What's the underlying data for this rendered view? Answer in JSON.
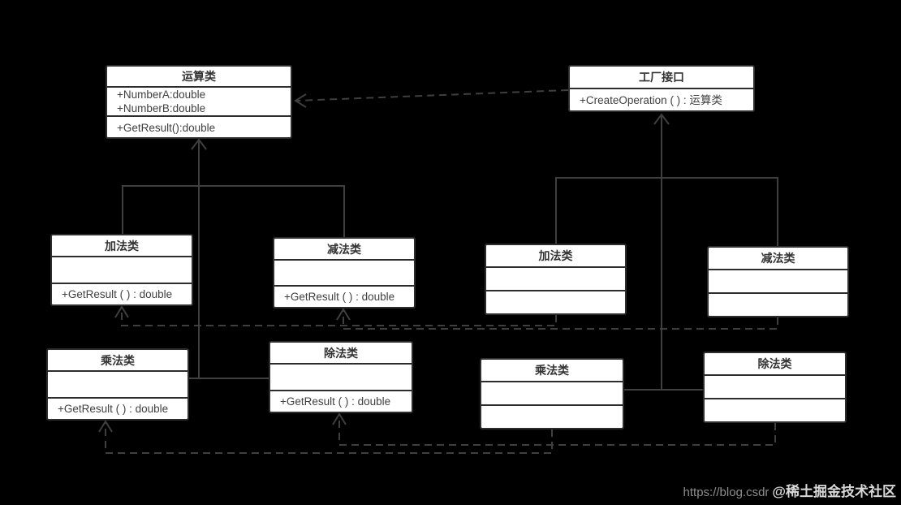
{
  "diagram_title": "factory-pattern-uml",
  "colors": {
    "background": "#000000",
    "line": "#3f3f3f",
    "box_fill": "#ffffff",
    "box_border": "#2d2d2d",
    "text": "#404040"
  },
  "classes": {
    "op_base": {
      "title": "运算类",
      "attr1": "+NumberA:double",
      "attr2": "+NumberB:double",
      "method": "+GetResult():double"
    },
    "factory": {
      "title": "工厂接口",
      "method": "+CreateOperation ( ) : 运算类"
    },
    "l_add": {
      "title": "加法类",
      "method": "+GetResult ( ) : double"
    },
    "l_sub": {
      "title": "减法类",
      "method": "+GetResult ( ) : double"
    },
    "l_mul": {
      "title": "乘法类",
      "method": "+GetResult ( ) : double"
    },
    "l_div": {
      "title": "除法类",
      "method": "+GetResult ( ) : double"
    },
    "r_add": {
      "title": "加法类"
    },
    "r_sub": {
      "title": "减法类"
    },
    "r_mul": {
      "title": "乘法类"
    },
    "r_div": {
      "title": "除法类"
    }
  },
  "relations": [
    "加法类/减法类/乘法类/除法类 --|> 运算类",
    "加法工厂类 --|> 工厂接口",
    "工厂接口 ..> 运算类",
    "右侧工厂类 ..> 对应运算子类"
  ],
  "watermark": {
    "prefix": "https://blog.csdr",
    "handle": "@稀土掘金技术社区"
  }
}
